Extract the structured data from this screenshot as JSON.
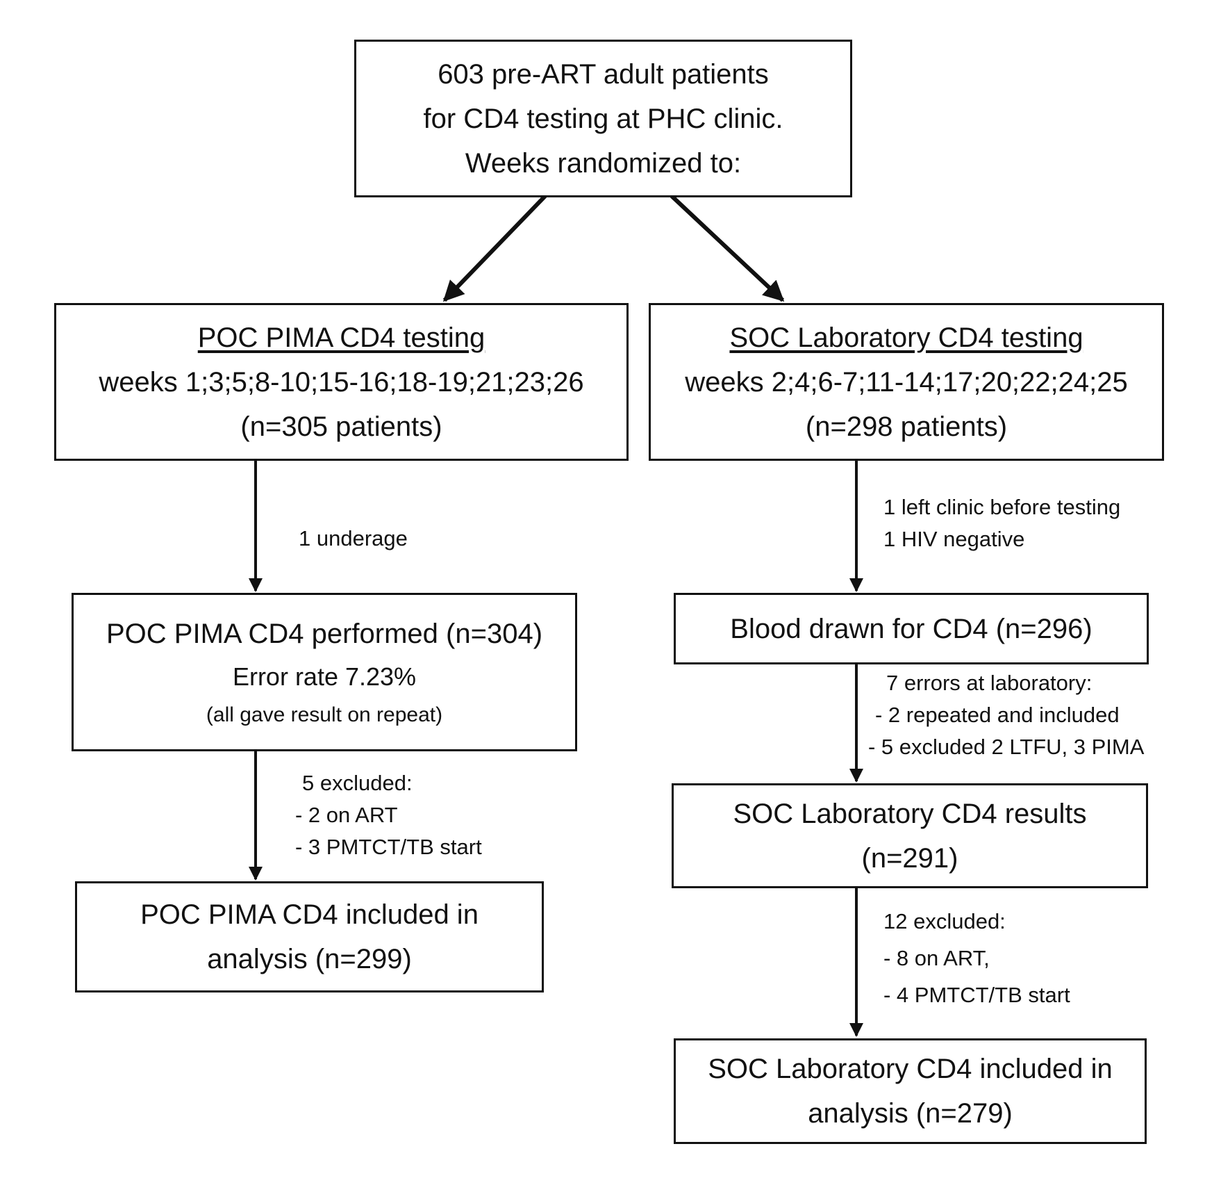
{
  "start": {
    "lines": [
      "603 pre-ART adult patients",
      "for CD4 testing at PHC clinic.",
      "Weeks randomized to:"
    ]
  },
  "poc": {
    "title": "POC PIMA CD4 testing",
    "weeks": "weeks 1;3;5;8-10;15-16;18-19;21;23;26",
    "n": "(n=305 patients)",
    "excl1": [
      "1 underage"
    ],
    "performed": {
      "title": "POC PIMA CD4 performed (n=304)",
      "error": "Error rate 7.23%",
      "note": "(all gave result on repeat)"
    },
    "excl2": [
      "5 excluded:",
      "- 2 on ART",
      "- 3 PMTCT/TB start"
    ],
    "final": [
      "POC PIMA CD4 included in",
      "analysis (n=299)"
    ]
  },
  "soc": {
    "title": "SOC Laboratory CD4 testing",
    "weeks": "weeks 2;4;6-7;11-14;17;20;22;24;25",
    "n": "(n=298 patients)",
    "excl1": [
      "1 left clinic before testing",
      "1 HIV negative"
    ],
    "drawn": "Blood drawn for CD4 (n=296)",
    "errors": [
      "7 errors at laboratory:",
      "- 2 repeated and included",
      "- 5 excluded 2 LTFU, 3 PIMA"
    ],
    "results": [
      "SOC Laboratory CD4 results",
      "(n=291)"
    ],
    "excl2": [
      "12 excluded:",
      "- 8 on ART,",
      "- 4 PMTCT/TB start"
    ],
    "final": [
      "SOC Laboratory CD4 included in",
      "analysis (n=279)"
    ]
  }
}
